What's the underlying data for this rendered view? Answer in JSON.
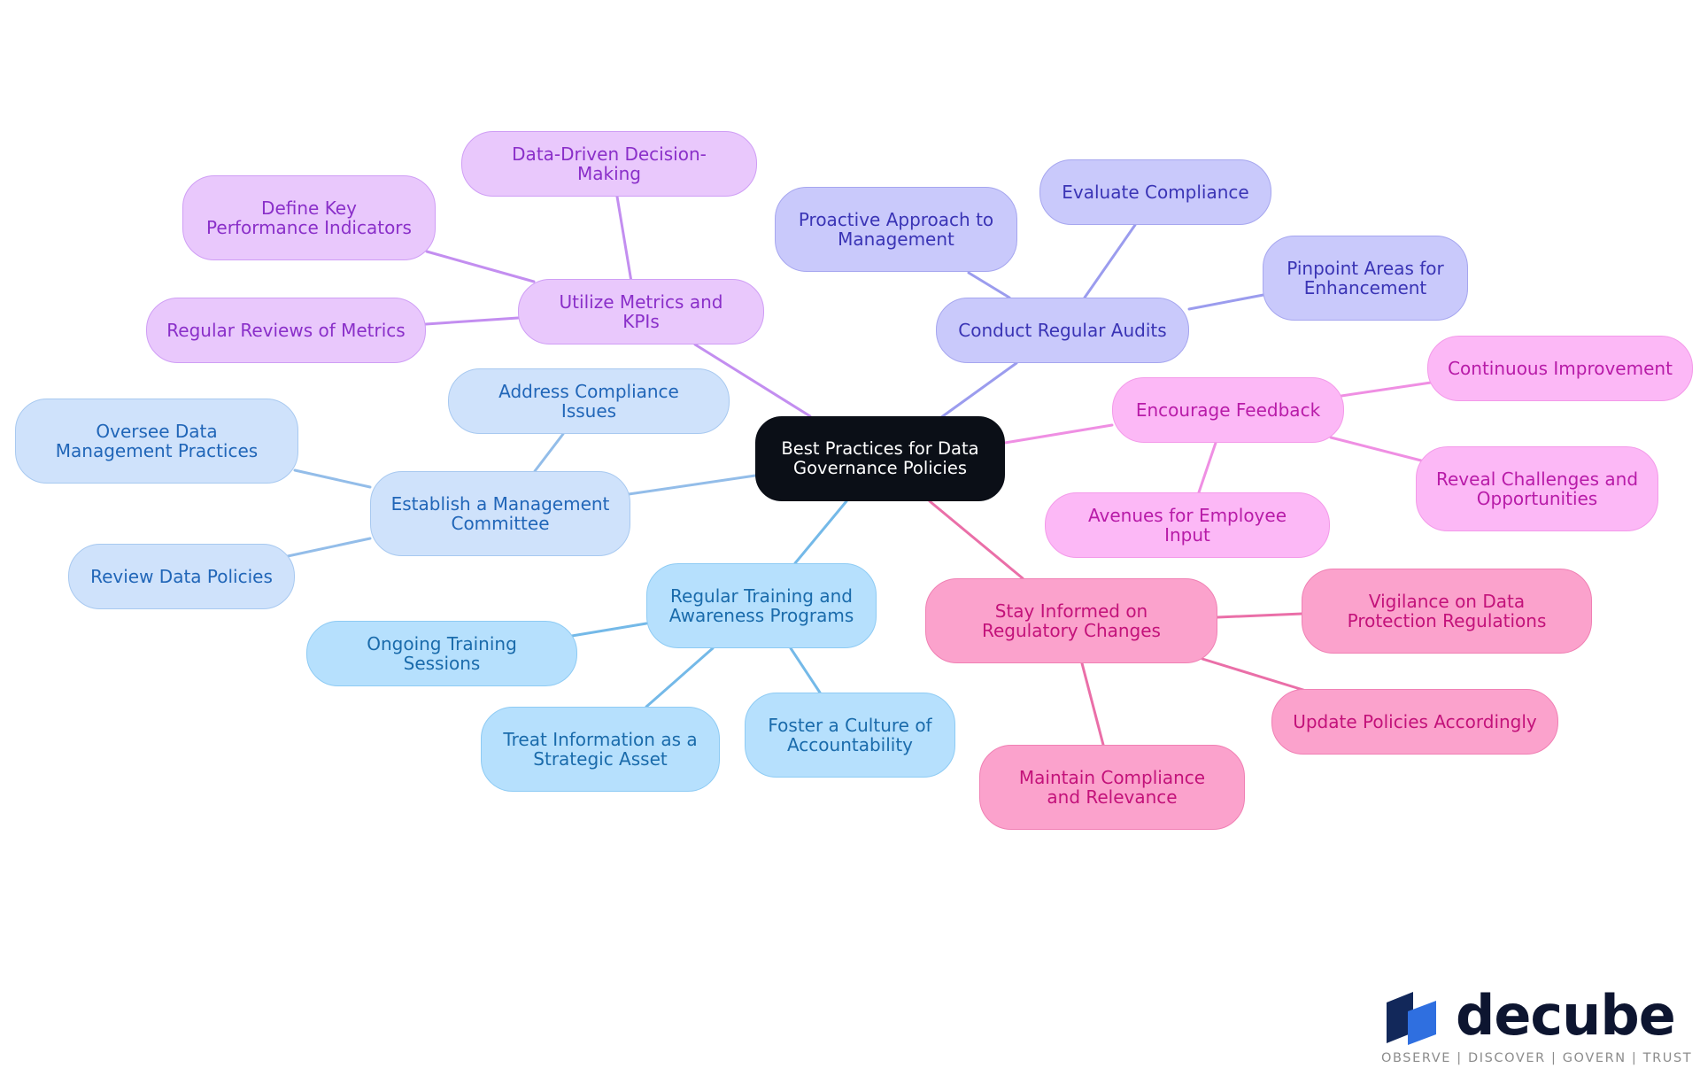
{
  "diagram": {
    "root": {
      "label": "Best Practices for Data Governance Policies"
    },
    "branches": [
      {
        "id": "metrics",
        "label": "Utilize Metrics and KPIs",
        "color": "#c38ef0",
        "children": [
          "Data-Driven Decision-Making",
          "Define Key Performance Indicators",
          "Regular Reviews of Metrics"
        ]
      },
      {
        "id": "audits",
        "label": "Conduct Regular Audits",
        "color": "#9b9cee",
        "children": [
          "Proactive Approach to Management",
          "Evaluate Compliance",
          "Pinpoint Areas for Enhancement"
        ]
      },
      {
        "id": "feedback",
        "label": "Encourage Feedback",
        "color": "#ef8fe3",
        "children": [
          "Continuous Improvement",
          "Reveal Challenges and Opportunities",
          "Avenues for Employee Input"
        ]
      },
      {
        "id": "regulatory",
        "label": "Stay Informed on Regulatory Changes",
        "color": "#ea6fa8",
        "children": [
          "Vigilance on Data Protection Regulations",
          "Update Policies Accordingly",
          "Maintain Compliance and Relevance"
        ]
      },
      {
        "id": "training",
        "label": "Regular Training and Awareness Programs",
        "color": "#74b9e8",
        "children": [
          "Ongoing Training Sessions",
          "Treat Information as a Strategic Asset",
          "Foster a Culture of Accountability"
        ]
      },
      {
        "id": "committee",
        "label": "Establish a Management Committee",
        "color": "#93bde9",
        "children": [
          "Address Compliance Issues",
          "Oversee Data Management Practices",
          "Review Data Policies"
        ]
      }
    ]
  },
  "logo": {
    "wordmark": "decube",
    "tagline": "OBSERVE | DISCOVER | GOVERN | TRUST",
    "colors": {
      "dark": "#12285a",
      "light": "#2f6fe0",
      "text": "#0d1530"
    }
  }
}
